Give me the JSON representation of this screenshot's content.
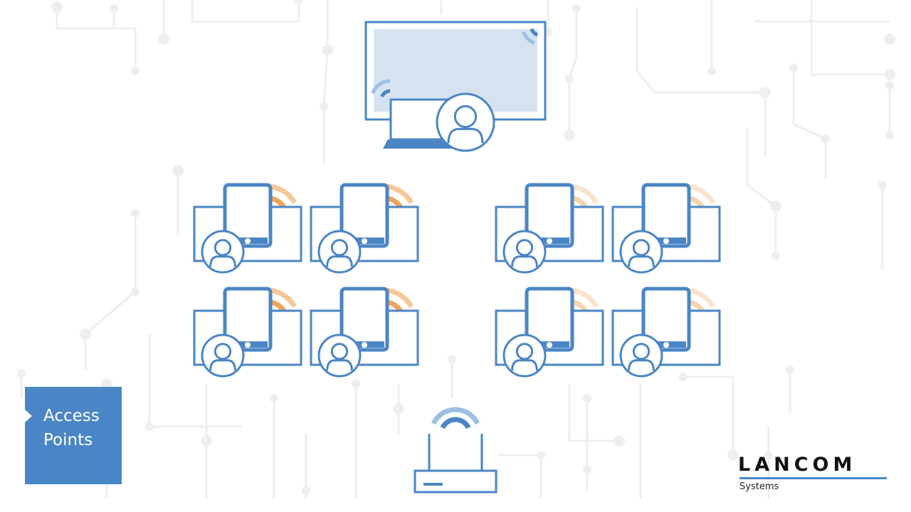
{
  "section_label": {
    "line1": "Access",
    "line2": "Points"
  },
  "logo": {
    "wordmark": "LANCOM",
    "subline": "Systems"
  },
  "colors": {
    "primary_blue": "#4a86c5",
    "screen_fill": "#d5e3f1",
    "signal_orange": "#f0a45a",
    "signal_orange_faded": "#f6d2ad",
    "circuit_gray": "#eceef0"
  },
  "diagram": {
    "presenter": {
      "icon": "smartboard-with-laptop-and-teacher-icon"
    },
    "student_groups": [
      {
        "icon": "student-tablet-icon",
        "signal": "active"
      },
      {
        "icon": "student-tablet-icon",
        "signal": "active"
      },
      {
        "icon": "student-tablet-icon",
        "signal": "faded"
      },
      {
        "icon": "student-tablet-icon",
        "signal": "faded"
      },
      {
        "icon": "student-tablet-icon",
        "signal": "active"
      },
      {
        "icon": "student-tablet-icon",
        "signal": "active"
      },
      {
        "icon": "student-tablet-icon",
        "signal": "faded"
      },
      {
        "icon": "student-tablet-icon",
        "signal": "faded"
      }
    ],
    "access_point": {
      "icon": "wifi-access-point-icon"
    }
  }
}
